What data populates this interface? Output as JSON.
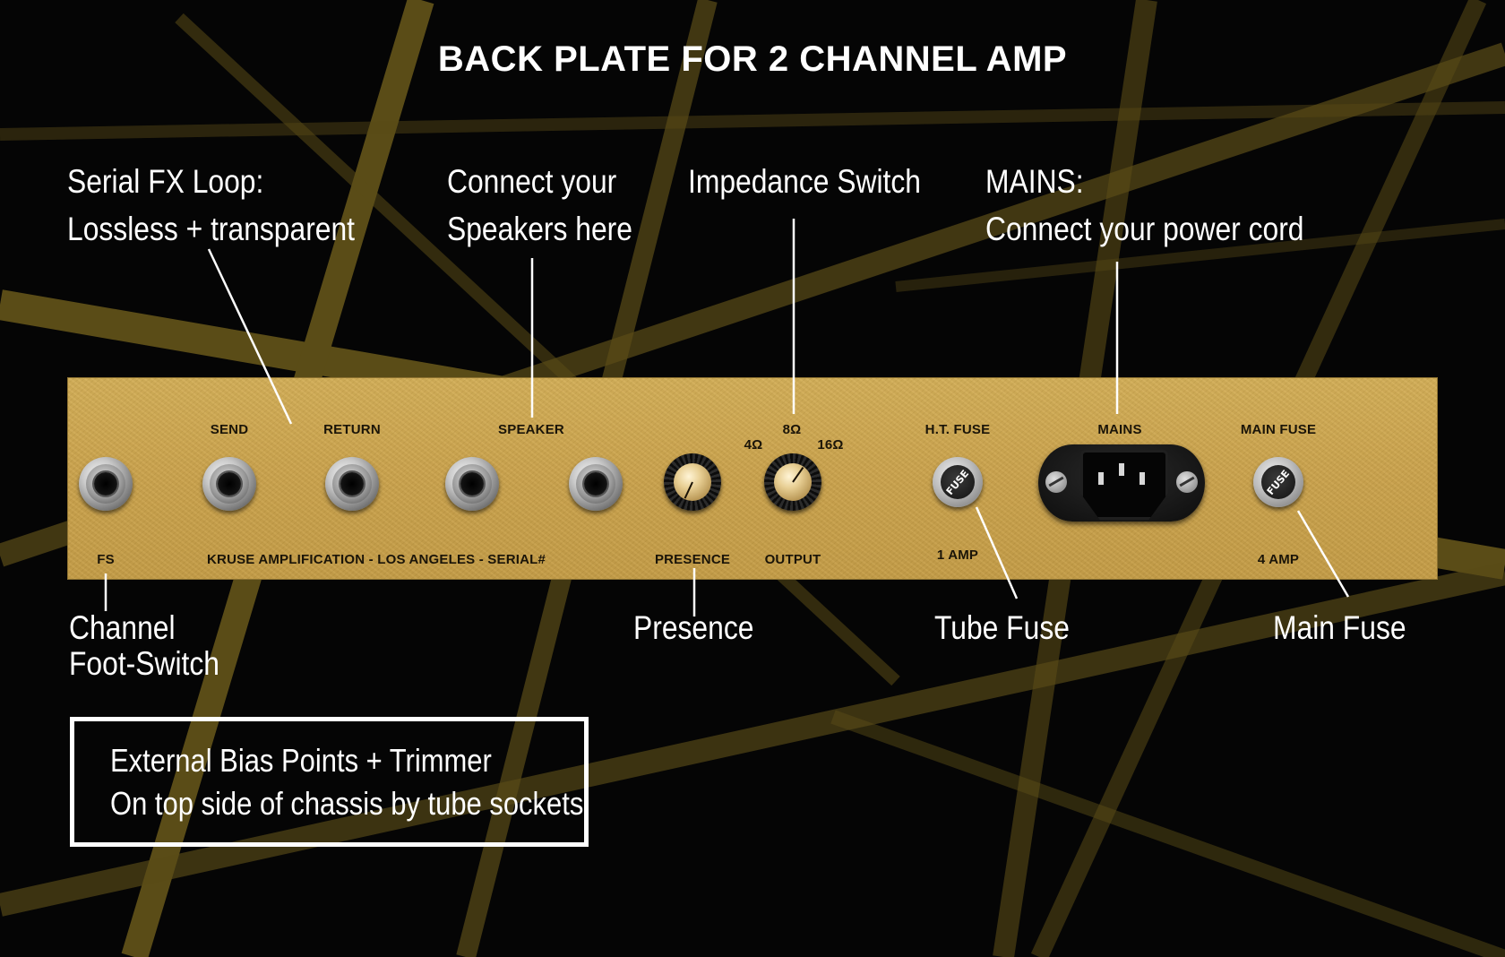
{
  "title": "BACK PLATE FOR 2 CHANNEL AMP",
  "callouts": {
    "fx_loop": [
      "Serial FX Loop:",
      "Lossless + transparent"
    ],
    "speakers": [
      "Connect your",
      "Speakers here"
    ],
    "impedance": [
      "Impedance Switch"
    ],
    "mains": [
      "MAINS:",
      "Connect your power cord"
    ],
    "footswitch": [
      "Channel",
      "Foot-Switch"
    ],
    "presence": [
      "Presence"
    ],
    "tube_fuse": [
      "Tube Fuse"
    ],
    "main_fuse": [
      "Main Fuse"
    ]
  },
  "plate": {
    "send": "SEND",
    "return": "RETURN",
    "speaker": "SPEAKER",
    "ohm_8": "8Ω",
    "ohm_4": "4Ω",
    "ohm_16": "16Ω",
    "ht_fuse": "H.T. FUSE",
    "mains": "MAINS",
    "main_fuse": "MAIN FUSE",
    "fs": "FS",
    "serial": "KRUSE AMPLIFICATION - LOS ANGELES - SERIAL#",
    "presence": "PRESENCE",
    "output": "OUTPUT",
    "amp_1": "1 AMP",
    "amp_4": "4 AMP",
    "fuse_cap": "FUSE"
  },
  "bias_note": [
    "External Bias Points + Trimmer",
    "On top side of chassis by tube sockets"
  ],
  "colors": {
    "background": "#050505",
    "stripes": "#6b5a1c",
    "plate": "#caa24b",
    "text": "#ffffff"
  }
}
